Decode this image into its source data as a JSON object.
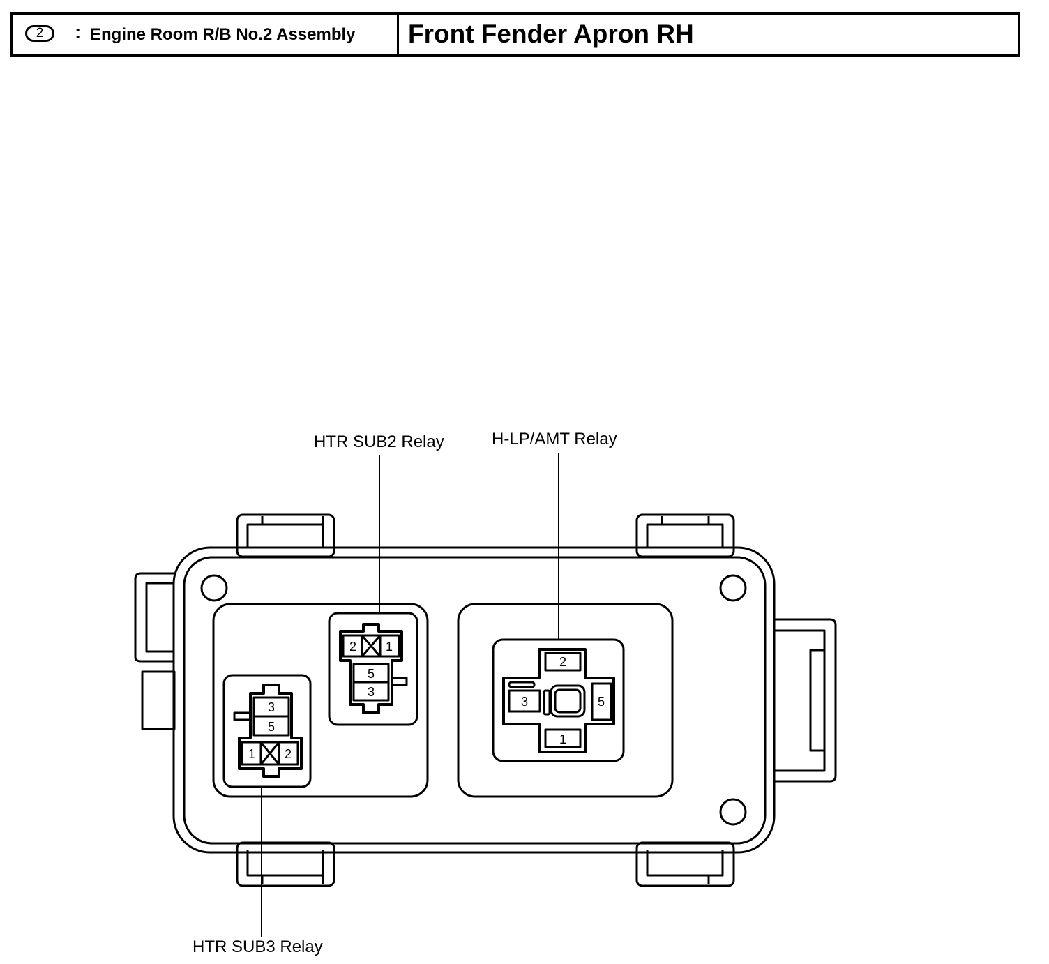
{
  "header": {
    "ref_number": "2",
    "colon": ":",
    "assembly_name": "Engine Room R/B No.2 Assembly",
    "location": "Front Fender Apron RH"
  },
  "relays": {
    "htr_sub2": {
      "label": "HTR SUB2 Relay",
      "pins": {
        "a": "2",
        "b": "1",
        "c": "5",
        "d": "3"
      }
    },
    "htr_sub3": {
      "label": "HTR SUB3 Relay",
      "pins": {
        "a": "3",
        "b": "5",
        "c": "1",
        "d": "2"
      }
    },
    "hlp_amt": {
      "label": "H-LP/AMT Relay",
      "pins": {
        "top": "2",
        "left": "3",
        "right": "5",
        "bottom": "1"
      }
    }
  }
}
